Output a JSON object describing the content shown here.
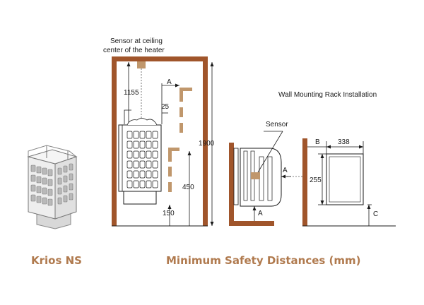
{
  "labels": {
    "sensor_ceiling_line1": "Sensor at ceiling",
    "sensor_ceiling_line2": "center of the heater",
    "wall_rack_title": "Wall Mounting Rack Installation",
    "sensor": "Sensor"
  },
  "dimensions": {
    "d1155": "1155",
    "d25": "25",
    "d1900": "1900",
    "d450": "450",
    "d150": "150",
    "d338": "338",
    "d255": "255",
    "a_top": "A",
    "a_side": "A",
    "a_bottom": "A",
    "b": "B",
    "c": "C"
  },
  "captions": {
    "product": "Krios NS",
    "diagram": "Minimum Safety Distances (mm)"
  },
  "colors": {
    "wall": "#a0552b",
    "wood": "#c0976c",
    "caption": "#b07a4e",
    "line": "#1a1a1a"
  }
}
